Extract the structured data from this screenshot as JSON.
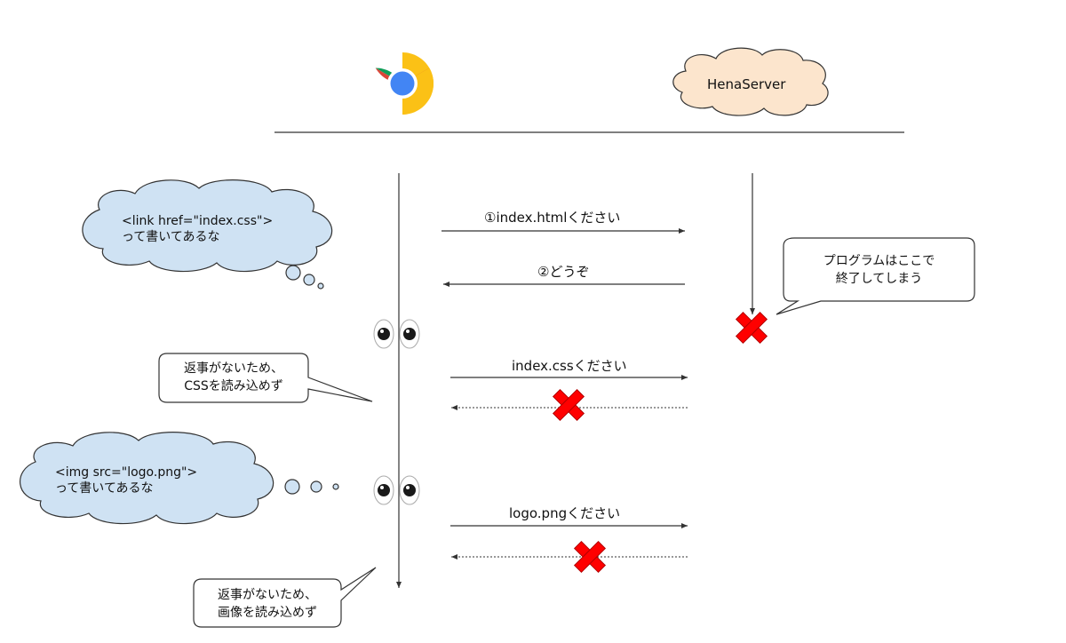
{
  "server": {
    "name": "HenaServer"
  },
  "messages": {
    "request_html": "①index.htmlください",
    "response_html": "②どうぞ",
    "request_css": "index.cssください",
    "request_png": "logo.pngください"
  },
  "thoughts": {
    "css": {
      "line1": "<link href=\"index.css\">",
      "line2": "って書いてあるな"
    },
    "img": {
      "line1": "<img src=\"logo.png\">",
      "line2": "って書いてあるな"
    }
  },
  "callouts": {
    "server_end": {
      "line1": "プログラムはここで",
      "line2": "終了してしまう"
    },
    "css_fail": {
      "line1": "返事がないため、",
      "line2": "CSSを読み込めず"
    },
    "img_fail": {
      "line1": "返事がないため、",
      "line2": "画像を読み込めず"
    }
  },
  "colors": {
    "cloud_thought": "#cfe2f3",
    "cloud_server": "#fce5cd",
    "cross": "#ff0000",
    "line": "#333333"
  },
  "icons": {
    "browser": "chrome-logo-icon",
    "eyes": "eyes-icon",
    "failure": "red-cross-icon"
  }
}
